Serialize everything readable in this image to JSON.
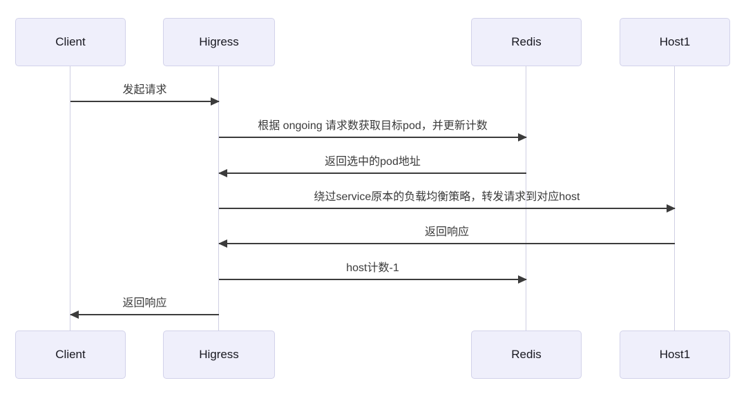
{
  "diagram": {
    "type": "sequence",
    "participants": [
      {
        "name": "Client"
      },
      {
        "name": "Higress"
      },
      {
        "name": "Redis"
      },
      {
        "name": "Host1"
      }
    ],
    "messages": [
      {
        "from": "Client",
        "to": "Higress",
        "direction": "right",
        "label": "发起请求"
      },
      {
        "from": "Higress",
        "to": "Redis",
        "direction": "right",
        "label": "根据 ongoing 请求数获取目标pod，并更新计数"
      },
      {
        "from": "Redis",
        "to": "Higress",
        "direction": "left",
        "label": "返回选中的pod地址"
      },
      {
        "from": "Higress",
        "to": "Host1",
        "direction": "right",
        "label": "绕过service原本的负载均衡策略，转发请求到对应host"
      },
      {
        "from": "Host1",
        "to": "Higress",
        "direction": "left",
        "label": "返回响应"
      },
      {
        "from": "Higress",
        "to": "Redis",
        "direction": "right",
        "label": "host计数-1"
      },
      {
        "from": "Higress",
        "to": "Client",
        "direction": "left",
        "label": "返回响应"
      }
    ],
    "colors": {
      "background": "#FFFFFF",
      "participant_fill": "#EFEFFB",
      "participant_border": "#D2D2EA",
      "lifeline": "#CFCFE3",
      "arrow": "#3B3B3B",
      "text": "#17171F"
    }
  }
}
